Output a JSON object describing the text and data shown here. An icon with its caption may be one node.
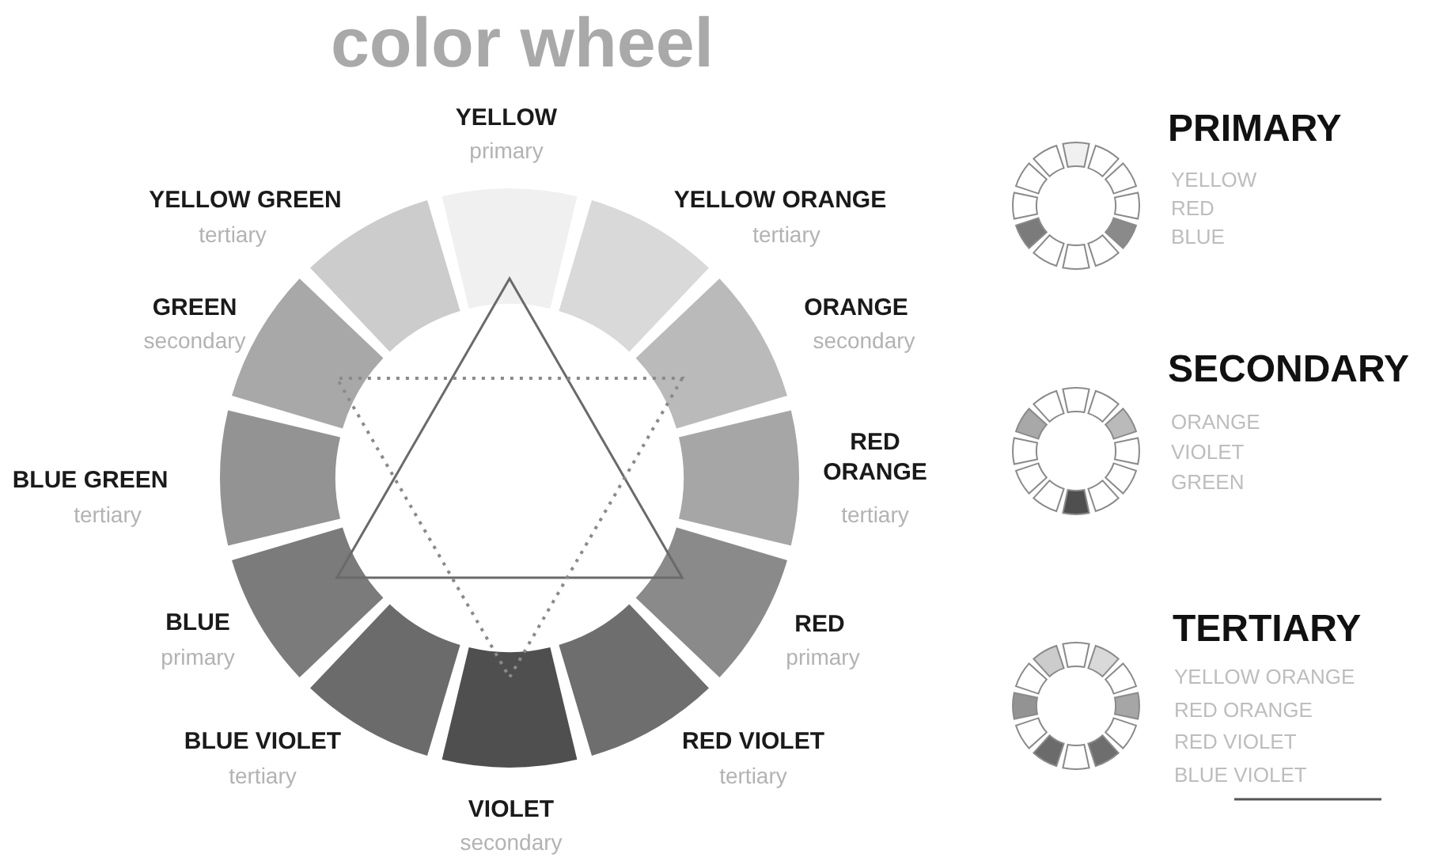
{
  "diagram": {
    "title": "color wheel",
    "labels": [
      "YELLOW",
      "primary",
      "YELLOW GREEN",
      "tertiary",
      "YELLOW ORANGE",
      "tertiary",
      "GREEN",
      "secondary",
      "ORANGE",
      "secondary",
      "BLUE GREEN",
      "tertiary",
      "RED ORANGE",
      "tertiary",
      "BLUE",
      "primary",
      "RED",
      "primary",
      "BLUE VIOLET",
      "tertiary",
      "RED VIOLET",
      "tertiary",
      "VIOLET",
      "secondary",
      "PRIMARY",
      "YELLOW",
      "RED",
      "BLUE",
      "SECONDARY",
      "ORANGE",
      "VIOLET",
      "GREEN",
      "TERTIARY",
      "YELLOW ORANGE",
      "RED ORANGE",
      "RED VIOLET",
      "BLUE VIOLET"
    ]
  }
}
